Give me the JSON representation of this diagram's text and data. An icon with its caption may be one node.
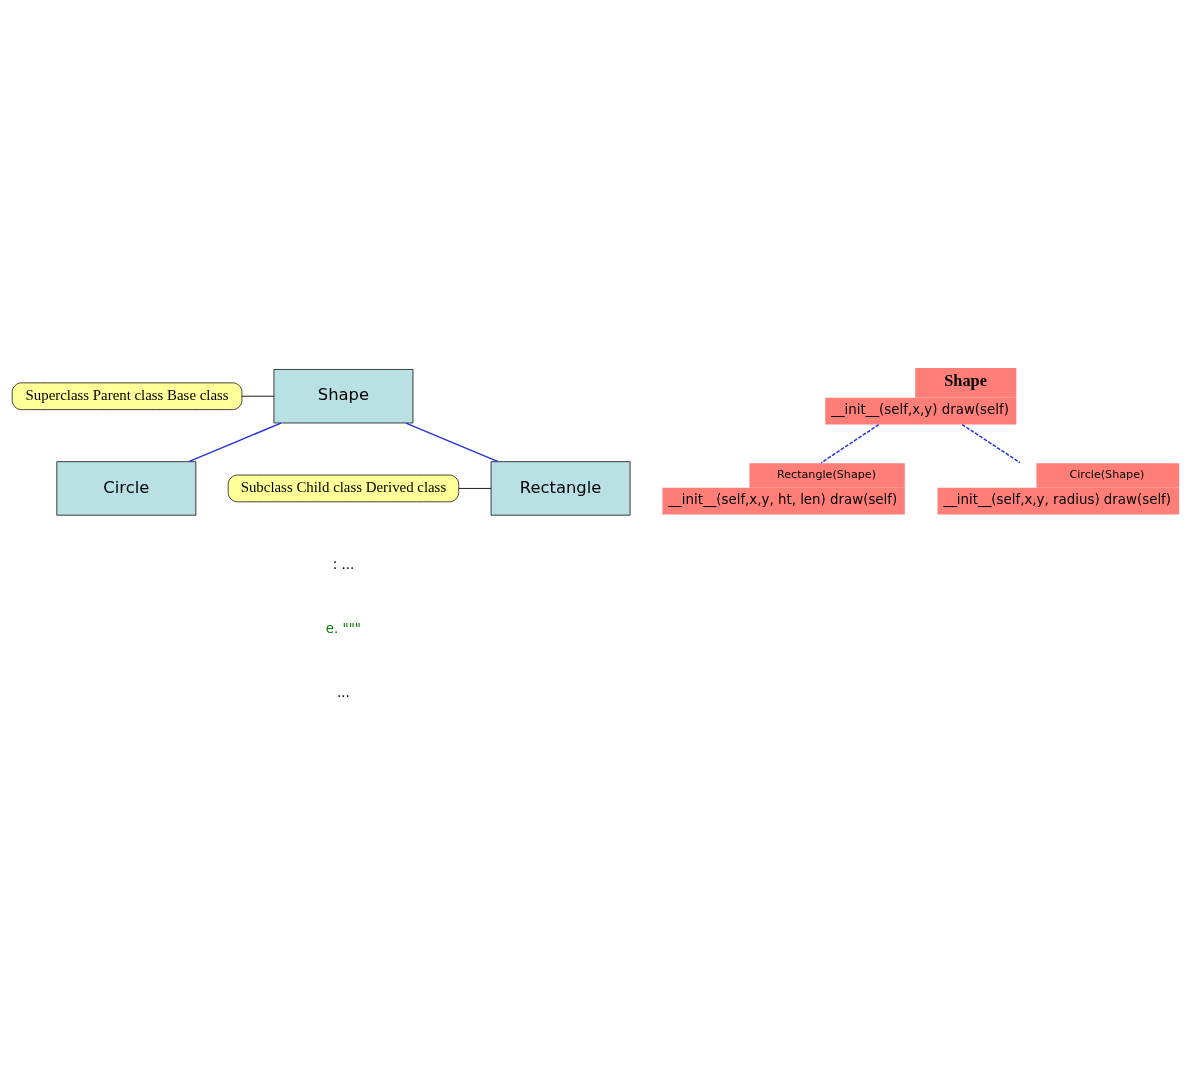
{
  "diagram": {
    "nodes": [
      {
        "text": [
          "Superclass Parent class Base class"
        ]
      },
      {
        "text": [
          "Shape"
        ]
      },
      {
        "text": [
          "Subclass Child class Derived class"
        ]
      },
      {
        "text": [
          "Rectangle"
        ]
      },
      {
        "text": [
          "Circle"
        ]
      },
      {
        "text": [
          "Shape",
          "__init__(self,x,y) draw(self)"
        ]
      },
      {
        "text": [
          "Rectangle(Shape)",
          "__init__(self,x,y, ht, len) draw(self)"
        ]
      },
      {
        "text": [
          "Circle(Shape)",
          "__init__(self,x,y, radius) draw(self)"
        ]
      }
    ],
    "edges": [
      {
        "from": 0,
        "to": 1,
        "arrow": "none",
        "color": "#000000"
      },
      {
        "from": 1,
        "to": 3,
        "arrow": "none"
      },
      {
        "from": 1,
        "to": 4,
        "arrow": "none"
      },
      {
        "from": 2,
        "to": 3,
        "arrow": "none",
        "color": "#000000"
      },
      {
        "from": 5,
        "to": 6,
        "arrow": "none",
        "style": "dashed"
      },
      {
        "from": 5,
        "to": 7,
        "arrow": "none",
        "style": "dashed"
      }
    ],
    "labels": [
      ": ...",
      "e. \"\"\"",
      "..."
    ]
  }
}
